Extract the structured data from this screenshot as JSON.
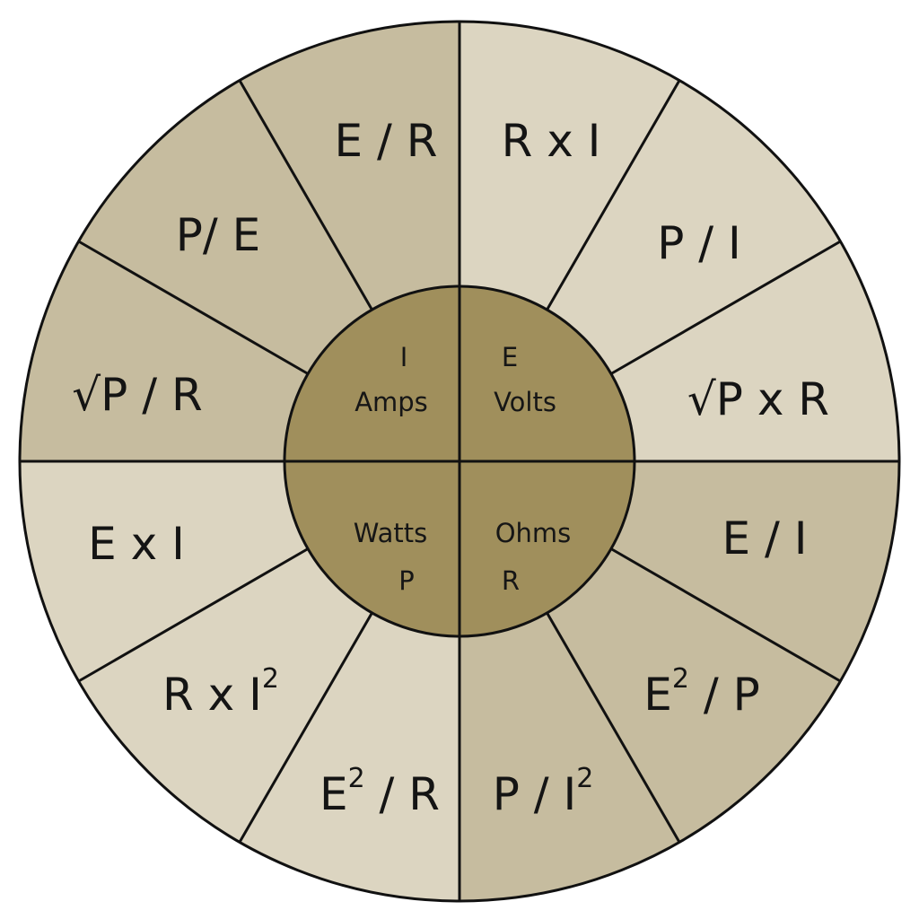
{
  "colors": {
    "light": "#dcd5c1",
    "medium": "#c6bc9f",
    "center": "#a08f5c",
    "outline": "#111111"
  },
  "center": {
    "amps": {
      "symbol": "I",
      "unit": "Amps"
    },
    "volts": {
      "symbol": "E",
      "unit": "Volts"
    },
    "watts": {
      "symbol": "P",
      "unit": "Watts"
    },
    "ohms": {
      "symbol": "R",
      "unit": "Ohms"
    }
  },
  "segments": [
    {
      "base": "R x I",
      "sup": "",
      "tail": "",
      "tone": "light"
    },
    {
      "base": "P / I",
      "sup": "",
      "tail": "",
      "tone": "light"
    },
    {
      "base": "√P x R",
      "sup": "",
      "tail": "",
      "tone": "light"
    },
    {
      "base": "E / I",
      "sup": "",
      "tail": "",
      "tone": "medium"
    },
    {
      "base": "E",
      "sup": "2",
      "tail": " / P",
      "tone": "medium"
    },
    {
      "base": "P / I",
      "sup": "2",
      "tail": "",
      "tone": "medium"
    },
    {
      "base": "E",
      "sup": "2",
      "tail": " / R",
      "tone": "light"
    },
    {
      "base": "R x I",
      "sup": "2",
      "tail": "",
      "tone": "light"
    },
    {
      "base": "E x I",
      "sup": "",
      "tail": "",
      "tone": "light"
    },
    {
      "base": "√P / R",
      "sup": "",
      "tail": "",
      "tone": "medium"
    },
    {
      "base": "P/ E",
      "sup": "",
      "tail": "",
      "tone": "medium"
    },
    {
      "base": "E / R",
      "sup": "",
      "tail": "",
      "tone": "medium"
    }
  ]
}
